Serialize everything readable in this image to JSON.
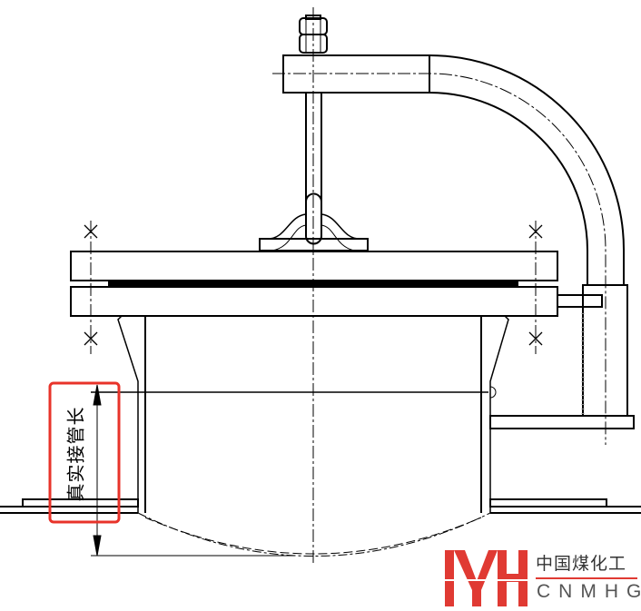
{
  "annotation": {
    "text": "真实接管长",
    "highlight_color": "#e8332a"
  },
  "logo": {
    "chinese": "中国煤化工",
    "english": "CNMHG",
    "mark": "MH",
    "brand_color": "#e03a33"
  }
}
